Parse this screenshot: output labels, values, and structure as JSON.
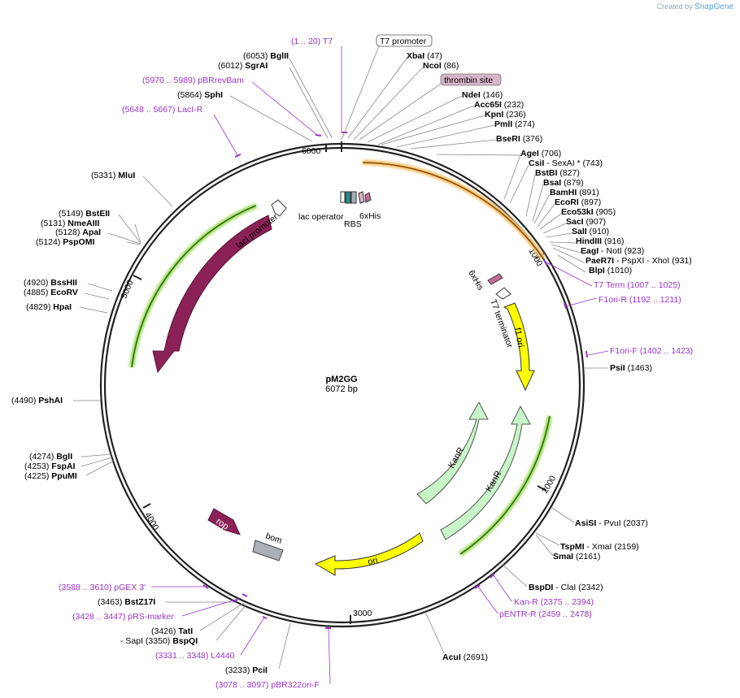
{
  "branding": {
    "created_by": "Created by",
    "app": "SnapGene"
  },
  "plasmid": {
    "name": "pM2GG",
    "length_label": "6072 bp",
    "length": 6072
  },
  "ticks": [
    "1000",
    "2000",
    "3000",
    "4000",
    "5000",
    "6000"
  ],
  "features": [
    {
      "name": "T7 promoter",
      "boxed": true
    },
    {
      "name": "thrombin site",
      "boxed": true,
      "color": "#d8b4c8"
    },
    {
      "name": "lac operator"
    },
    {
      "name": "RBS"
    },
    {
      "name": "6xHis"
    },
    {
      "name": "lacI promoter"
    },
    {
      "name": "lacI",
      "color": "#8b2257"
    },
    {
      "name": "6xHis"
    },
    {
      "name": "T7 terminator"
    },
    {
      "name": "f1 ori",
      "color": "#ffff00"
    },
    {
      "name": "KanR",
      "color": "#c8f5c8"
    },
    {
      "name": "KanR",
      "color": "#c8f5c8"
    },
    {
      "name": "ori",
      "color": "#ffff00"
    },
    {
      "name": "bom",
      "color": "#a9b0b8"
    },
    {
      "name": "rop",
      "color": "#8b2257"
    }
  ],
  "sites": [
    {
      "text": "(1 .. 20)  T7",
      "primer": true
    },
    {
      "text": "T7 promoter"
    },
    {
      "name": "BglII",
      "pos": "(6053)"
    },
    {
      "name": "SgrAI",
      "pos": "(6012)"
    },
    {
      "name": "XbaI",
      "pos": "(47)"
    },
    {
      "name": "NcoI",
      "pos": "(86)"
    },
    {
      "text": "(5970 .. 5989)  pBRrevBam",
      "primer": true
    },
    {
      "text": "thrombin site"
    },
    {
      "name": "SphI",
      "pos": "(5864)"
    },
    {
      "name": "NdeI",
      "pos": "(146)"
    },
    {
      "name": "Acc65I",
      "pos": "(232)"
    },
    {
      "text": "(5648 .. 5667)  LacI-R",
      "primer": true
    },
    {
      "name": "KpnI",
      "pos": "(236)"
    },
    {
      "name": "PmlI",
      "pos": "(274)"
    },
    {
      "name": "BseRI",
      "pos": "(376)"
    },
    {
      "name": "AgeI",
      "pos": "(706)"
    },
    {
      "name": "CsiI",
      "pos": "- SexAI *  (743)"
    },
    {
      "name": "BstBI",
      "pos": "(827)"
    },
    {
      "name": "MluI",
      "pos": "(5331)"
    },
    {
      "name": "BsaI",
      "pos": "(879)"
    },
    {
      "name": "BamHI",
      "pos": "(891)"
    },
    {
      "name": "EcoRI",
      "pos": "(897)"
    },
    {
      "name": "BstEII",
      "pos": "(5149)"
    },
    {
      "name": "Eco53kI",
      "pos": "(905)"
    },
    {
      "name": "NmeAIII",
      "pos": "(5131)"
    },
    {
      "name": "SacI",
      "pos": "(907)"
    },
    {
      "name": "ApaI",
      "pos": "(5128)"
    },
    {
      "name": "SalI",
      "pos": "(910)"
    },
    {
      "name": "PspOMI",
      "pos": "(5124)"
    },
    {
      "name": "HindIII",
      "pos": "(916)"
    },
    {
      "name": "EagI",
      "pos": "- NotI  (923)"
    },
    {
      "name": "PaeR7I",
      "pos": "- PspXI  - XhoI  (931)"
    },
    {
      "name": "BlpI",
      "pos": "(1010)"
    },
    {
      "name": "BssHII",
      "pos": "(4920)"
    },
    {
      "text": "T7 Term  (1007 .. 1025)",
      "primer": true
    },
    {
      "name": "EcoRV",
      "pos": "(4885)"
    },
    {
      "text": "F1ori-R  (1192 .. 1211)",
      "primer": true
    },
    {
      "name": "HpaI",
      "pos": "(4829)"
    },
    {
      "text": "F1ori-F  (1402 .. 1423)",
      "primer": true
    },
    {
      "name": "PsiI",
      "pos": "(1463)"
    },
    {
      "name": "PshAI",
      "pos": "(4490)"
    },
    {
      "name": "BglI",
      "pos": "(4274)"
    },
    {
      "name": "FspAI",
      "pos": "(4253)"
    },
    {
      "name": "PpuMI",
      "pos": "(4225)"
    },
    {
      "name": "AsiSI",
      "pos": "- PvuI  (2037)"
    },
    {
      "name": "TspMI",
      "pos": "- XmaI  (2159)"
    },
    {
      "name": "SmaI",
      "pos": "(2161)"
    },
    {
      "name": "BspDI",
      "pos": "- ClaI  (2342)"
    },
    {
      "text": "(3588 .. 3610)  pGEX 3'",
      "primer": true
    },
    {
      "text": "Kan-R  (2375 .. 2394)",
      "primer": true
    },
    {
      "name": "BstZ17I",
      "pos": "(3463)"
    },
    {
      "text": "pENTR-R  (2459 .. 2478)",
      "primer": true
    },
    {
      "text": "(3428 .. 3447)  pRS-marker",
      "primer": true
    },
    {
      "name": "TatI",
      "pos": "(3426)"
    },
    {
      "name": "BspQI",
      "pos": "- SapI  (3350)"
    },
    {
      "text": "(3331 .. 3348)  L4440",
      "primer": true
    },
    {
      "name": "AcuI",
      "pos": "(2691)"
    },
    {
      "name": "PciI",
      "pos": "(3233)"
    },
    {
      "text": "(3078 .. 3097)  pBR322ori-F",
      "primer": true
    }
  ]
}
